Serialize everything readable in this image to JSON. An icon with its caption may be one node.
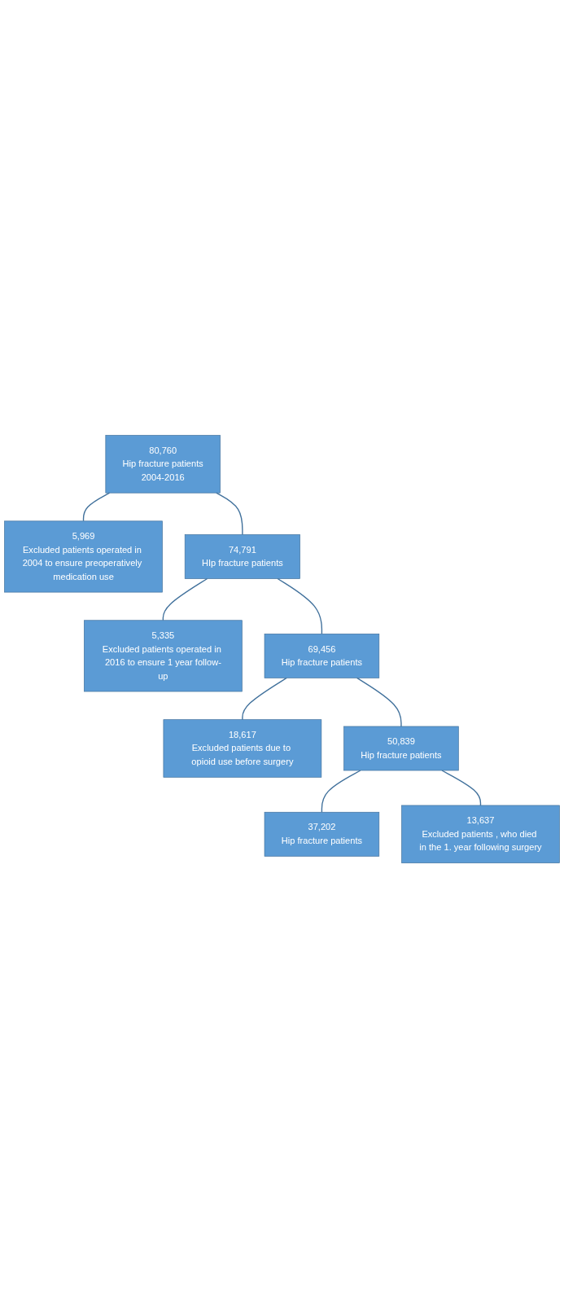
{
  "diagram": {
    "nodes": [
      {
        "text": [
          "80,760",
          "Hip fracture patients",
          "2004-2016"
        ]
      },
      {
        "text": [
          "5,969",
          "Excluded patients operated in 2004 to ensure preoperatively medication use"
        ]
      },
      {
        "text": [
          "74,791",
          "HIp fracture patients"
        ]
      },
      {
        "text": [
          "5,335",
          "Excluded patients operated in 2016 to ensure 1 year follow-up"
        ]
      },
      {
        "text": [
          "69,456",
          "Hip fracture patients"
        ]
      },
      {
        "text": [
          "18,617",
          "Excluded patients due to opioid use before surgery"
        ]
      },
      {
        "text": [
          "50,839",
          "Hip fracture patients"
        ]
      },
      {
        "text": [
          "13,637",
          "Excluded patients , who died in the 1. year following surgery"
        ]
      },
      {
        "text": [
          "37,202",
          "Hip fracture patients"
        ]
      }
    ],
    "edges": [
      {
        "from": 0,
        "to": 2,
        "arrow": "none"
      },
      {
        "from": 0,
        "to": 1,
        "arrow": "none"
      },
      {
        "from": 2,
        "to": 4,
        "arrow": "none"
      },
      {
        "from": 2,
        "to": 3,
        "arrow": "none"
      },
      {
        "from": 4,
        "to": 6,
        "arrow": "none"
      },
      {
        "from": 4,
        "to": 5,
        "arrow": "none"
      },
      {
        "from": 6,
        "to": 8,
        "arrow": "none"
      },
      {
        "from": 6,
        "to": 7,
        "arrow": "none"
      }
    ]
  }
}
